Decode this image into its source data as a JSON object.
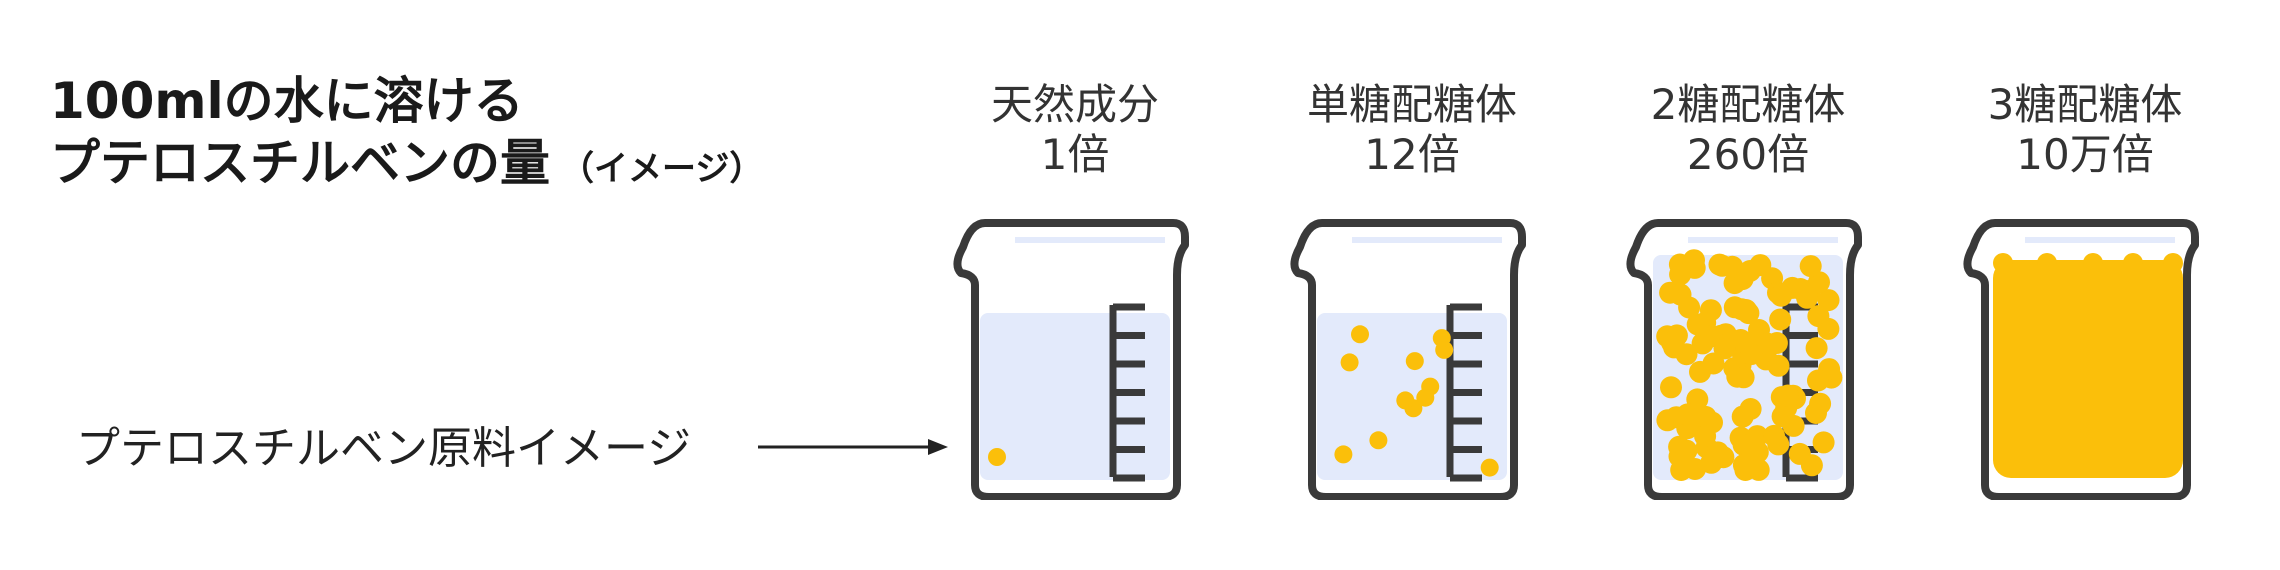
{
  "title": {
    "line1": "100mlの水に溶ける",
    "line2": "プテロスチルベンの量",
    "note": "（イメージ）"
  },
  "caption": "プテロスチルベン原料イメージ",
  "colors": {
    "outline": "#3a3a3a",
    "water": "#e3eafb",
    "particle": "#fbbf0a"
  },
  "beakers": [
    {
      "name": "天然成分",
      "ratio": "1倍",
      "particles": 1,
      "full": false
    },
    {
      "name": "単糖配糖体",
      "ratio": "12倍",
      "particles": 12,
      "full": false
    },
    {
      "name": "2糖配糖体",
      "ratio": "260倍",
      "particles": 110,
      "full": false
    },
    {
      "name": "3糖配糖体",
      "ratio": "10万倍",
      "particles": 0,
      "full": true
    }
  ]
}
